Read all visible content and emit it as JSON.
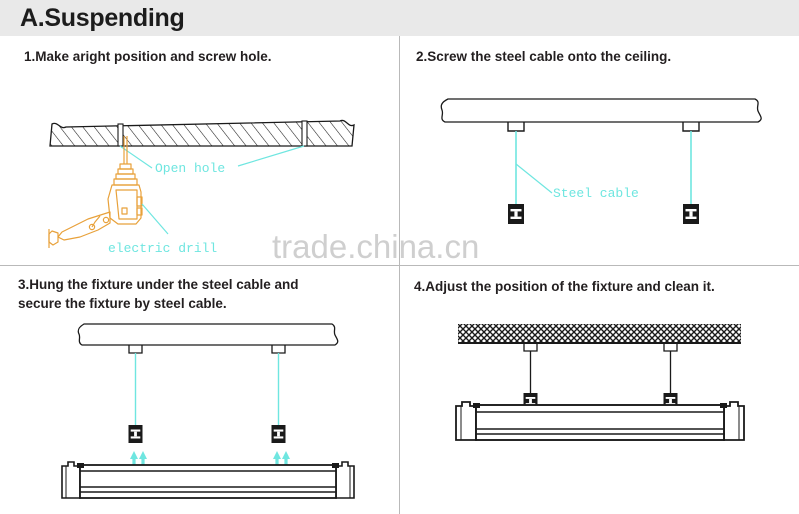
{
  "header": {
    "title": "A.Suspending"
  },
  "watermark": {
    "text": "trade.china.cn",
    "color": "#cfcfcf"
  },
  "colors": {
    "header_bg": "#e9e9e9",
    "line": "#1a1a1a",
    "cyan": "#6fe6e0",
    "drill": "#e8a13a",
    "divider": "#b9b9b9",
    "text": "#231f20"
  },
  "panels": [
    {
      "id": "panel-1",
      "caption": "1.Make aright position and screw hole.",
      "labels": {
        "open_hole": "Open hole",
        "electric_drill": "electric drill"
      },
      "elements": [
        "hatched-ceiling",
        "screw-holes",
        "electric-drill",
        "leader-lines"
      ]
    },
    {
      "id": "panel-2",
      "caption": "2.Screw the steel cable onto the ceiling.",
      "labels": {
        "steel_cable": "Steel cable"
      },
      "elements": [
        "ceiling-slab",
        "ceiling-brackets",
        "steel-cables",
        "cable-clamps"
      ]
    },
    {
      "id": "panel-3",
      "caption": "3.Hung the fixture under the steel cable and\n   secure the fixture by steel cable.",
      "labels": {},
      "elements": [
        "ceiling-slab",
        "ceiling-brackets",
        "steel-cables",
        "cable-clamps",
        "up-arrows",
        "led-fixture"
      ]
    },
    {
      "id": "panel-4",
      "caption": "4.Adjust the position of the fixture and clean it.",
      "labels": {},
      "elements": [
        "crosshatch-ceiling",
        "ceiling-brackets",
        "steel-cables",
        "cable-clamps",
        "led-fixture-mounted"
      ]
    }
  ]
}
